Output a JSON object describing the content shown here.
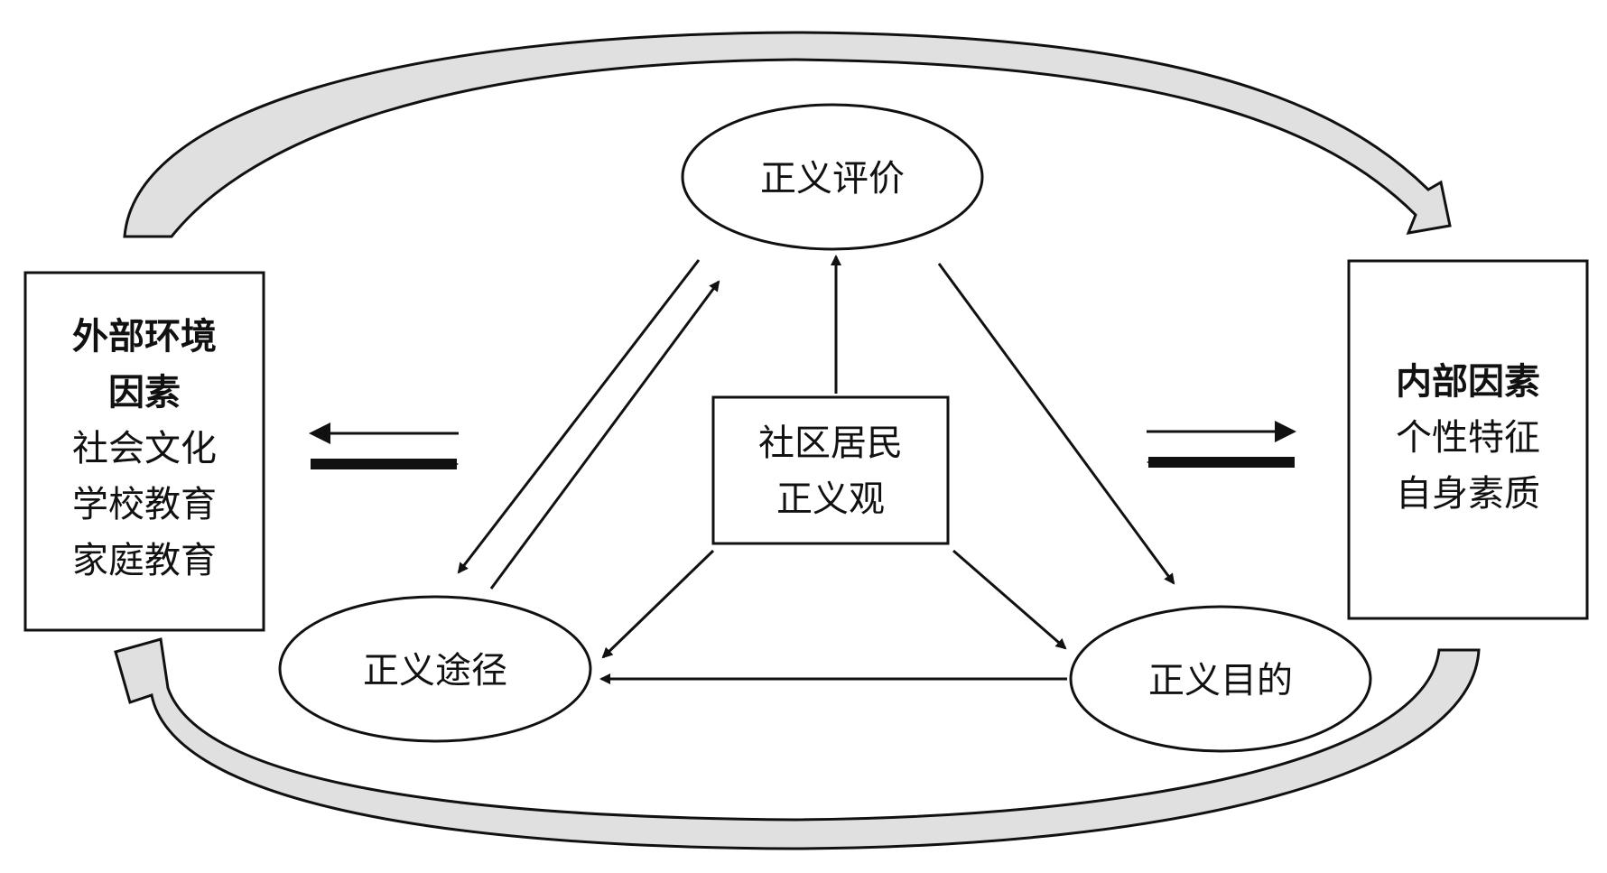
{
  "colors": {
    "stroke": "#111111",
    "cycle_arrow_fill": "#e0e0e0",
    "background": "#ffffff"
  },
  "center": {
    "line1": "社区居民",
    "line2": "正义观"
  },
  "nodes": {
    "evaluation": "正义评价",
    "path": "正义途径",
    "purpose": "正义目的"
  },
  "external": {
    "title_line1": "外部环境",
    "title_line2": "因素",
    "items": [
      "社会文化",
      "学校教育",
      "家庭教育"
    ]
  },
  "internal": {
    "title": "内部因素",
    "items": [
      "个性特征",
      "自身素质"
    ]
  }
}
